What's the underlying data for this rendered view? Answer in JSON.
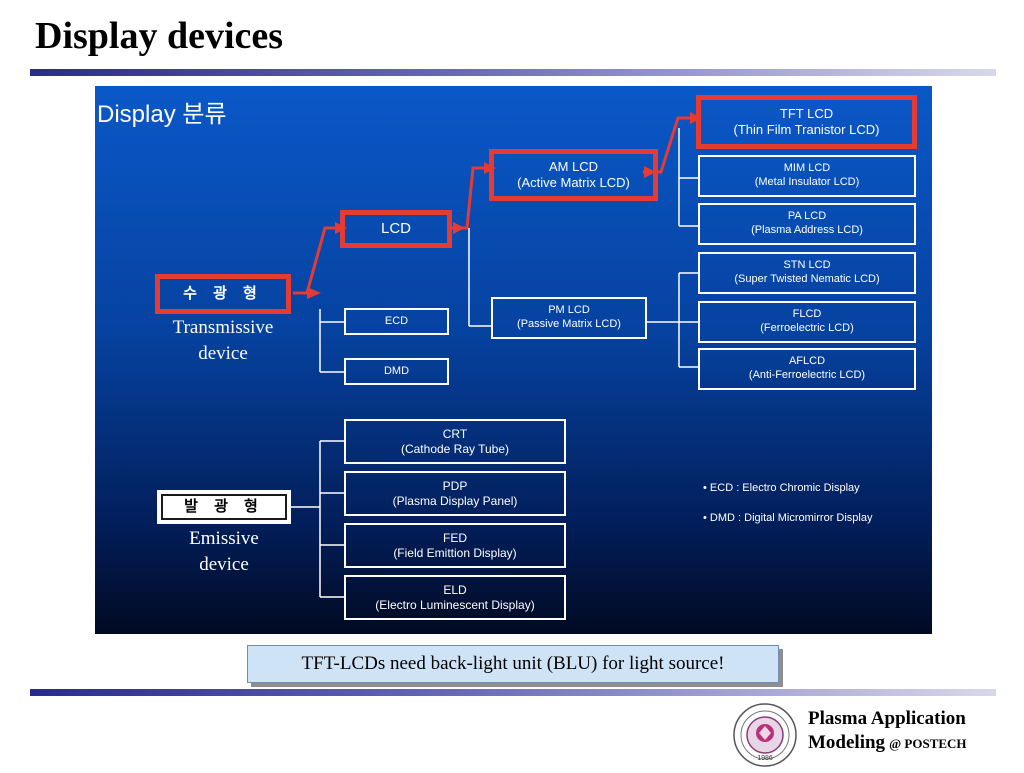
{
  "slide": {
    "title": "Display devices",
    "panel_title": "Display 분류",
    "transmissive": {
      "korean": "수 광 형",
      "label_line1": "Transmissive",
      "label_line2": "device"
    },
    "emissive": {
      "korean": "발 광 형",
      "label_line1": "Emissive",
      "label_line2": "device"
    },
    "nodes": {
      "lcd": "LCD",
      "ecd": "ECD",
      "dmd": "DMD",
      "am_lcd": {
        "line1": "AM LCD",
        "line2": "(Active Matrix LCD)"
      },
      "pm_lcd": {
        "line1": "PM LCD",
        "line2": "(Passive Matrix LCD)"
      },
      "tft_lcd": {
        "line1": "TFT LCD",
        "line2": "(Thin Film Tranistor LCD)"
      },
      "mim_lcd": {
        "line1": "MIM LCD",
        "line2": "(Metal Insulator LCD)"
      },
      "pa_lcd": {
        "line1": "PA LCD",
        "line2": "(Plasma Address LCD)"
      },
      "stn_lcd": {
        "line1": "STN LCD",
        "line2": "(Super Twisted Nematic LCD)"
      },
      "flcd": {
        "line1": "FLCD",
        "line2": "(Ferroelectric LCD)"
      },
      "aflcd": {
        "line1": "AFLCD",
        "line2": "(Anti-Ferroelectric LCD)"
      },
      "crt": {
        "line1": "CRT",
        "line2": "(Cathode Ray Tube)"
      },
      "pdp": {
        "line1": "PDP",
        "line2": "(Plasma Display Panel)"
      },
      "fed": {
        "line1": "FED",
        "line2": "(Field Emittion Display)"
      },
      "eld": {
        "line1": "ELD",
        "line2": "(Electro Luminescent Display)"
      }
    },
    "notes": [
      "• ECD : Electro Chromic Display",
      "• DMD : Digital Micromirror Display"
    ],
    "callout": "TFT-LCDs need back-light unit (BLU) for light source!"
  },
  "footer": {
    "line1": "Plasma Application",
    "line2_main": "Modeling",
    "line2_small": "@ POSTECH",
    "logo_year": "1986"
  },
  "colors": {
    "highlight_red": "#e53b33",
    "panel_blue": "#0a58c8",
    "callout_bg": "#cfe3f6"
  }
}
